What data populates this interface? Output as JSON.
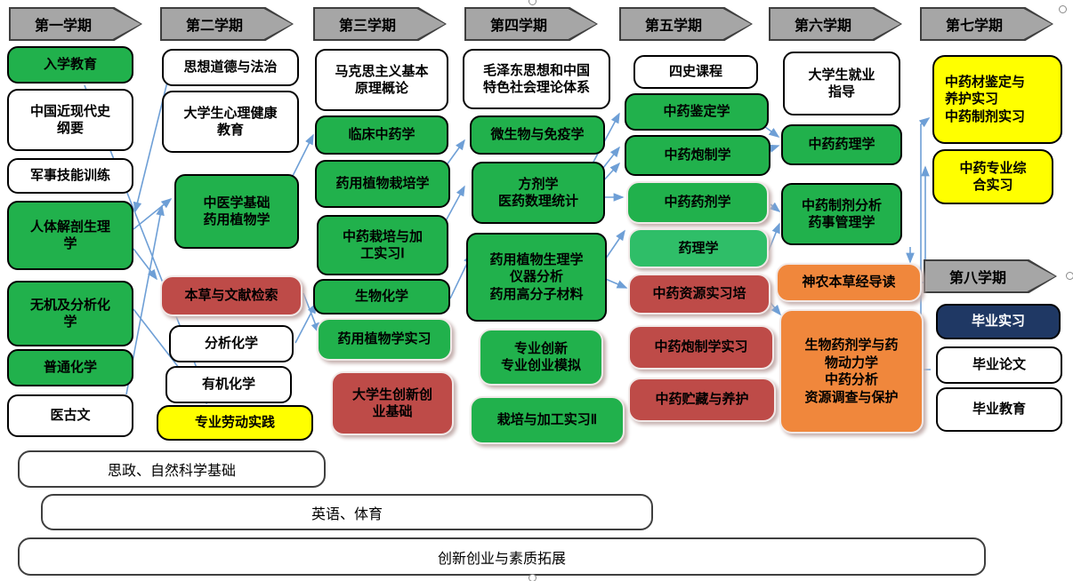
{
  "palette": {
    "course_green": "#21b14c",
    "course_light_green": "#2fbe68",
    "course_white": "#ffffff",
    "course_yellow": "#ffff00",
    "course_red": "#be4b48",
    "course_orange": "#f0873c",
    "course_navy": "#1f3864",
    "banner_gray": "#a6a6a6",
    "arrow_blue": "#6e9fd6"
  },
  "semesters": [
    {
      "label": "第一学期"
    },
    {
      "label": "第二学期"
    },
    {
      "label": "第三学期"
    },
    {
      "label": "第四学期"
    },
    {
      "label": "第五学期"
    },
    {
      "label": "第六学期"
    },
    {
      "label": "第七学期"
    },
    {
      "label": "第八学期"
    }
  ],
  "columns": [
    {
      "courses": [
        {
          "label": "入学教育",
          "color": "green"
        },
        {
          "label": "中国近现代史\n纲要",
          "color": "white"
        },
        {
          "label": "军事技能训练",
          "color": "white"
        },
        {
          "label": "人体解剖生理\n学",
          "color": "green"
        },
        {
          "label": "无机及分析化\n学",
          "color": "green"
        },
        {
          "label": "普通化学",
          "color": "green"
        },
        {
          "label": "医古文",
          "color": "white"
        }
      ]
    },
    {
      "courses": [
        {
          "label": "思想道德与法治",
          "color": "white"
        },
        {
          "label": "大学生心理健康\n教育",
          "color": "white"
        },
        {
          "label": "中医学基础\n药用植物学",
          "color": "green"
        },
        {
          "label": "本草与文献检索",
          "color": "red"
        },
        {
          "label": "分析化学",
          "color": "white"
        },
        {
          "label": "有机化学",
          "color": "white"
        },
        {
          "label": "专业劳动实践",
          "color": "yellow"
        }
      ]
    },
    {
      "courses": [
        {
          "label": "马克思主义基本\n原理概论",
          "color": "white"
        },
        {
          "label": "临床中药学",
          "color": "green"
        },
        {
          "label": "药用植物栽培学",
          "color": "green"
        },
        {
          "label": "中药栽培与加\n工实习Ⅰ",
          "color": "green"
        },
        {
          "label": "生物化学",
          "color": "green"
        },
        {
          "label": "药用植物学实习",
          "color": "green"
        },
        {
          "label": "大学生创新创\n业基础",
          "color": "red"
        }
      ]
    },
    {
      "courses": [
        {
          "label": "毛泽东思想和中国\n特色社会理论体系",
          "color": "white"
        },
        {
          "label": "微生物与免疫学",
          "color": "green"
        },
        {
          "label": "方剂学\n医药数理统计",
          "color": "green"
        },
        {
          "label": "药用植物生理学\n仪器分析\n药用高分子材料",
          "color": "green"
        },
        {
          "label": "专业创新\n专业创业模拟",
          "color": "green"
        },
        {
          "label": "栽培与加工实习Ⅱ",
          "color": "green"
        }
      ]
    },
    {
      "courses": [
        {
          "label": "四史课程",
          "color": "white"
        },
        {
          "label": "中药鉴定学",
          "color": "green"
        },
        {
          "label": "中药炮制学",
          "color": "green"
        },
        {
          "label": "中药药剂学",
          "color": "green"
        },
        {
          "label": "药理学",
          "color": "light_green"
        },
        {
          "label": "中药资源实习培",
          "color": "red"
        },
        {
          "label": "中药炮制学实习",
          "color": "red"
        },
        {
          "label": "中药贮藏与养护",
          "color": "red"
        }
      ]
    },
    {
      "courses": [
        {
          "label": "大学生就业\n指导",
          "color": "white"
        },
        {
          "label": "中药药理学",
          "color": "green"
        },
        {
          "label": "中药制剂分析\n药事管理学",
          "color": "green"
        },
        {
          "label": "神农本草经导读",
          "color": "orange"
        },
        {
          "label": "生物药剂学与药\n物动力学\n中药分析\n资源调查与保护",
          "color": "orange"
        }
      ]
    },
    {
      "courses": [
        {
          "label": "中药材鉴定与\n养护实习\n中药制剂实习",
          "color": "yellow"
        },
        {
          "label": "中药专业综\n合实习",
          "color": "yellow"
        }
      ]
    }
  ],
  "semester8": {
    "courses": [
      {
        "label": "毕业实习",
        "color": "navy"
      },
      {
        "label": "毕业论文",
        "color": "white"
      },
      {
        "label": "毕业教育",
        "color": "white"
      }
    ]
  },
  "bottom_bars": [
    {
      "label": "思政、自然科学基础"
    },
    {
      "label": "英语、体育"
    },
    {
      "label": "创新创业与素质拓展"
    }
  ]
}
